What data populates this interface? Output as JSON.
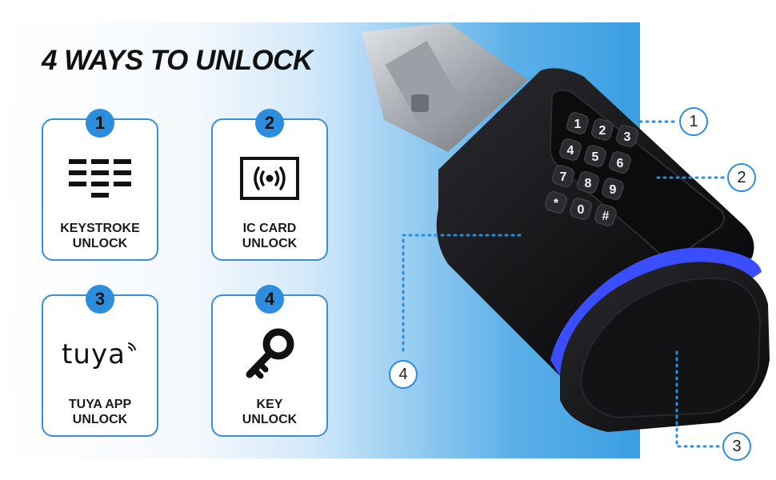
{
  "title": "4 WAYS TO UNLOCK",
  "methods": [
    {
      "number": "1",
      "label": "KEYSTROKE\nUNLOCK",
      "icon": "keypad-icon"
    },
    {
      "number": "2",
      "label": "IC CARD\nUNLOCK",
      "icon": "rfid-card-icon"
    },
    {
      "number": "3",
      "label": "TUYA APP\nUNLOCK",
      "icon": "tuya-logo",
      "logo_text": "tuya"
    },
    {
      "number": "4",
      "label": "KEY\nUNLOCK",
      "icon": "key-icon"
    }
  ],
  "keypad": {
    "keys": [
      "1",
      "2",
      "3",
      "4",
      "5",
      "6",
      "7",
      "8",
      "9",
      "*",
      "0",
      "#"
    ]
  },
  "callouts": [
    "1",
    "2",
    "3",
    "4"
  ],
  "colors": {
    "accent": "#2b8ddb",
    "card_border": "#3a8fd6",
    "lock_body": "#141416",
    "led_ring": "#3a4dff"
  }
}
